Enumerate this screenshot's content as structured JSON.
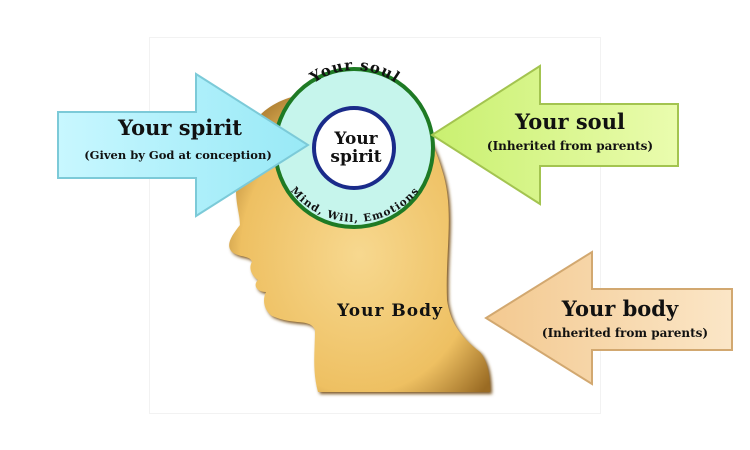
{
  "diagram": {
    "arrows": {
      "spirit": {
        "title": "Your spirit",
        "subtitle": "(Given by God at conception)",
        "color": "#a8f0f8"
      },
      "soul": {
        "title": "Your soul",
        "subtitle": "(Inherited from parents)",
        "color": "#d8f78a"
      },
      "body": {
        "title": "Your body",
        "subtitle": "(Inherited from parents)",
        "color": "#f8d6a4"
      }
    },
    "head": {
      "label": "Your Body",
      "color": "#f0c66e"
    },
    "soul_circle": {
      "top_text": "Your soul",
      "bottom_text": "Mind, Will, Emotions",
      "fill": "#c6f5ec",
      "border": "#1e7a24"
    },
    "spirit_circle": {
      "line1": "Your",
      "line2": "spirit",
      "border": "#1a2b8a"
    }
  }
}
